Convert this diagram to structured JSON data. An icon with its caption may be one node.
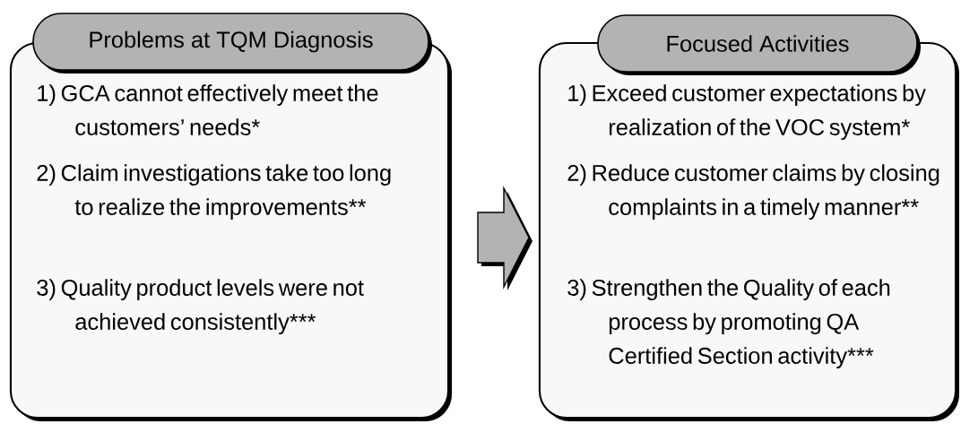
{
  "diagram": {
    "nodes": [
      {
        "text": [
          "Problems at TQM Diagnosis",
          "1) GCA cannot effectively meet the customers’ needs*",
          "2) Claim investigations take too long to realize the improvements**",
          "3) Quality product levels were not achieved consistently***"
        ]
      },
      {
        "text": [
          "Focused Activities",
          "1) Exceed customer expectations by realization of the VOC system*",
          "2) Reduce customer claims by closing complaints in a timely manner**",
          "3) Strengthen the Quality of each process by promoting QA Certified Section activity***"
        ]
      }
    ],
    "edges": [
      {
        "from": 0,
        "to": 1,
        "arrow": "to"
      }
    ]
  }
}
